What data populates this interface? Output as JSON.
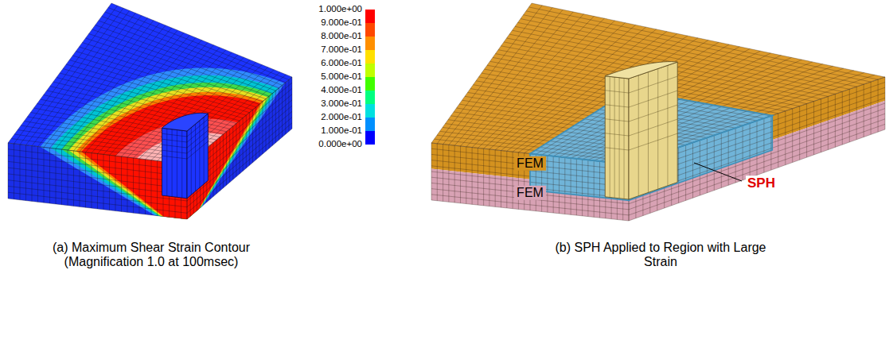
{
  "diagram": {
    "labels": [
      "1.000e+00",
      "9.000e-01",
      "8.000e-01",
      "7.000e-01",
      "6.000e-01",
      "5.000e-01",
      "4.000e-01",
      "3.000e-01",
      "2.000e-01",
      "1.000e-01",
      "0.000e+00",
      "FEM",
      "FEM",
      "SPH",
      "(a) Maximum Shear Strain Contour (Magnification 1.0 at 100msec)",
      "(b) SPH Applied to Region with Large Strain"
    ]
  }
}
